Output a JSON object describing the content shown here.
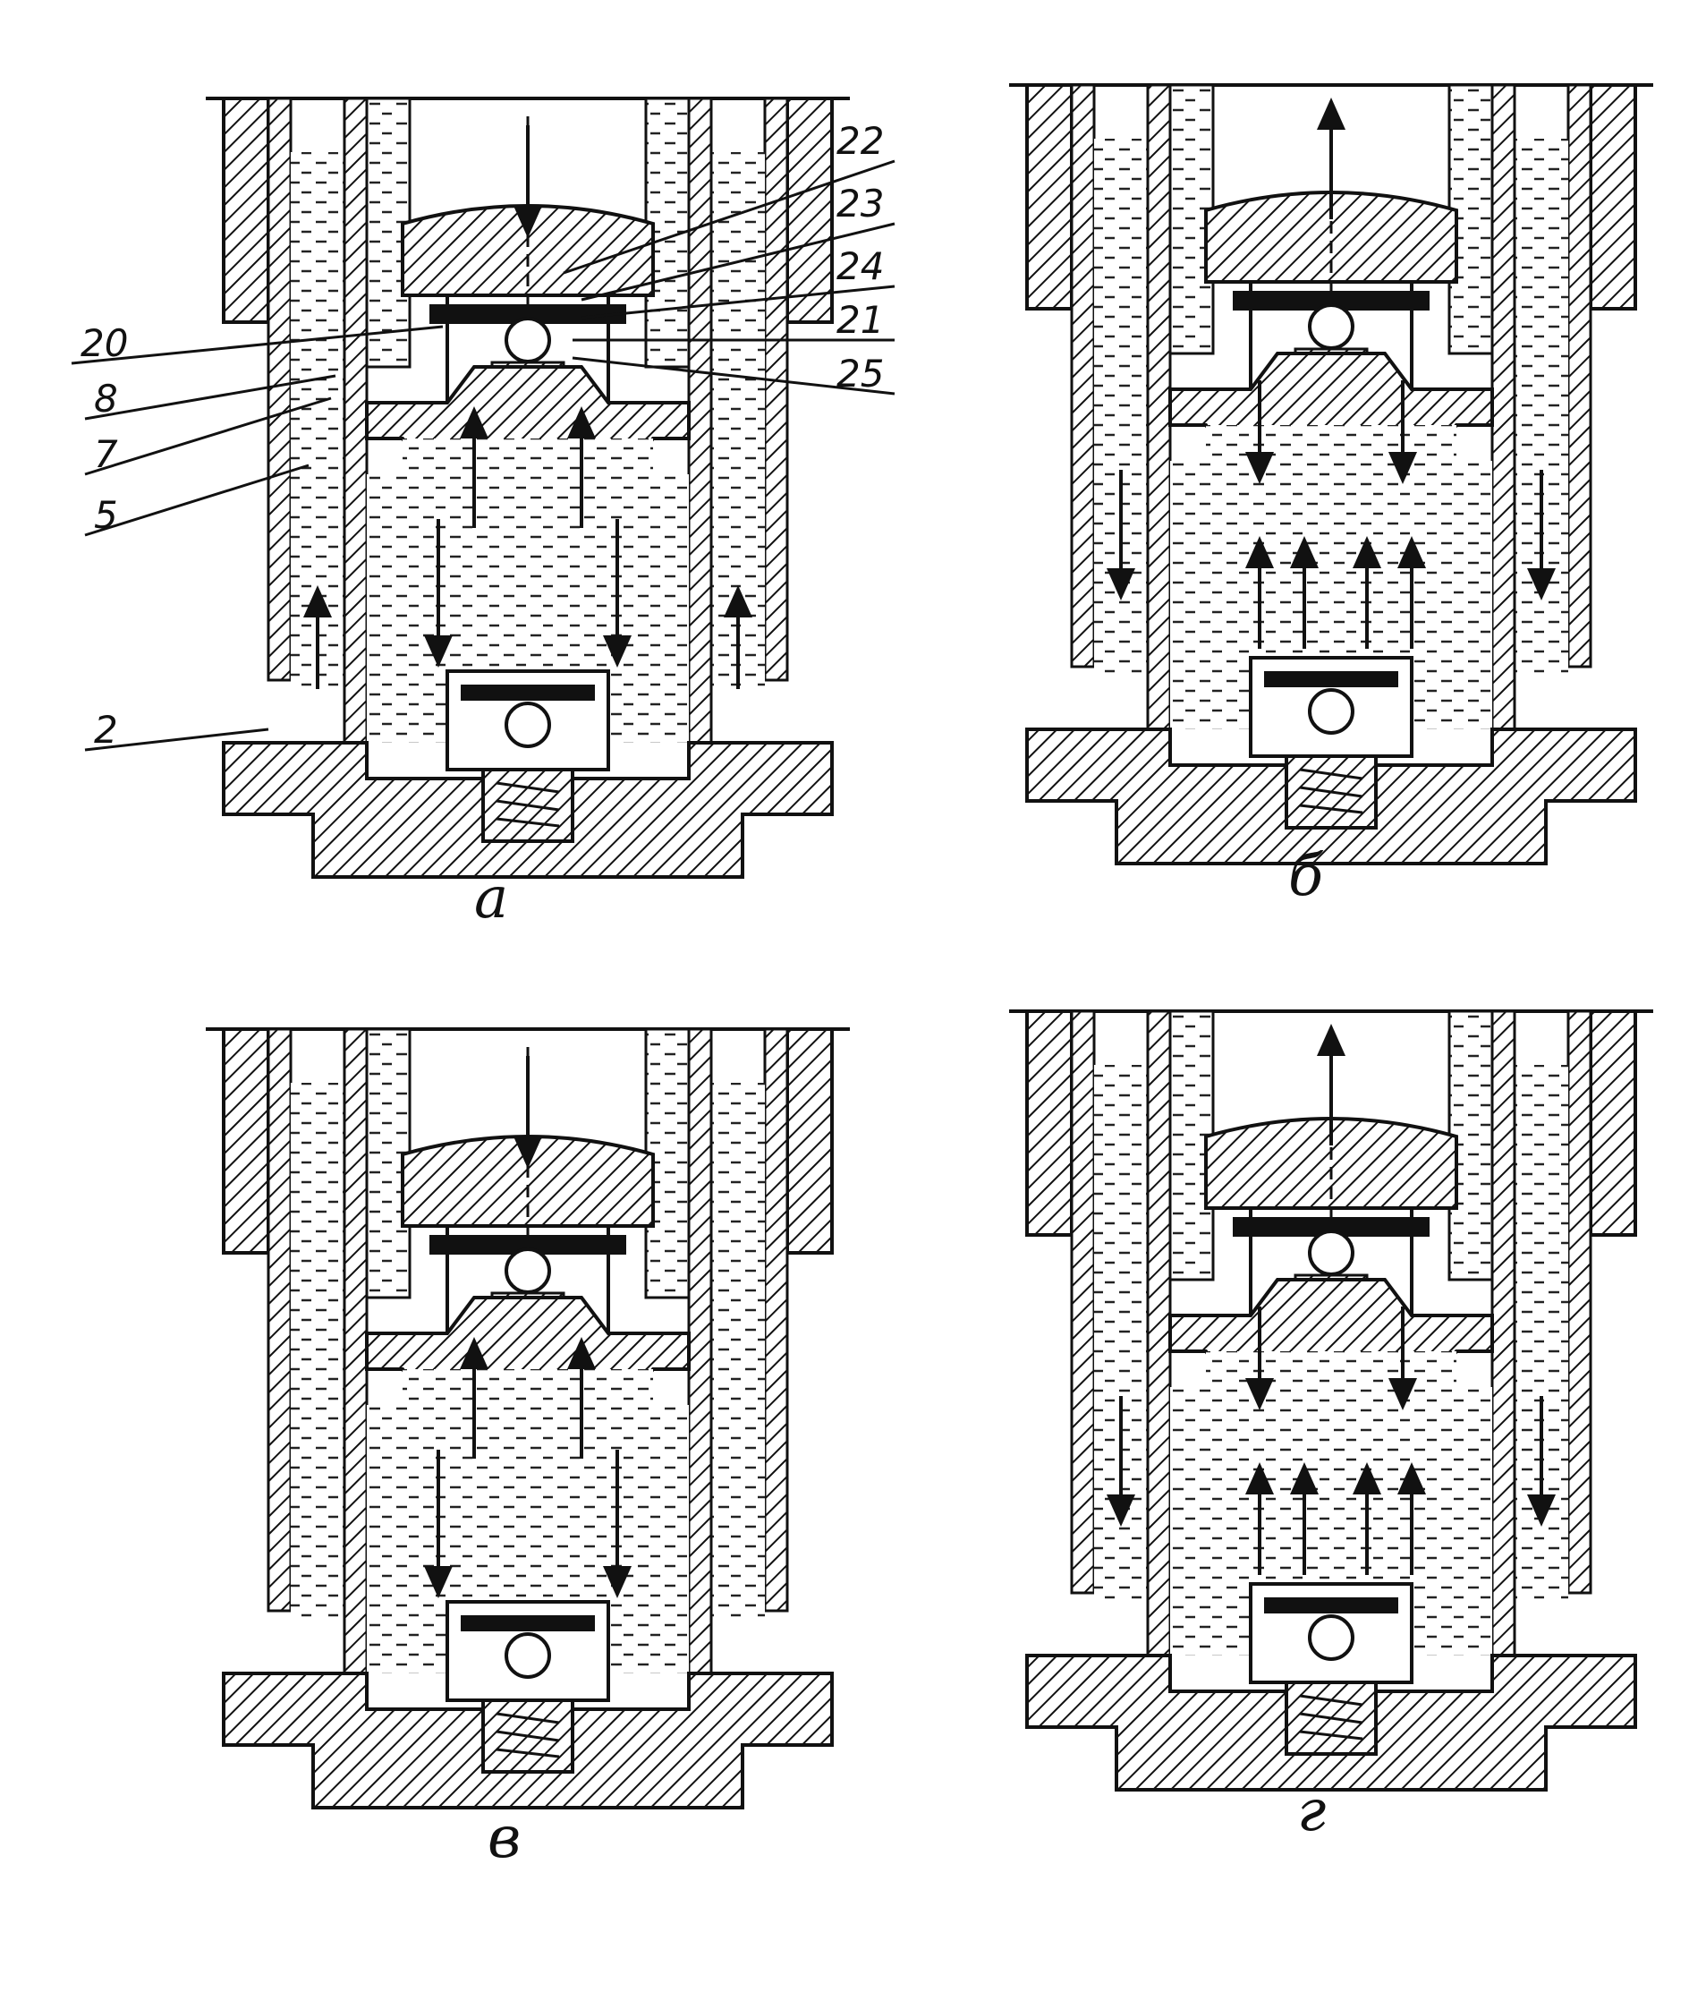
{
  "panels": [
    {
      "id": "a",
      "caption": "а",
      "rod": "down",
      "tube": "up",
      "chamber": "down",
      "piston": "up"
    },
    {
      "id": "b",
      "caption": "б",
      "rod": "up",
      "tube": "down",
      "chamber": "up",
      "piston": "down"
    },
    {
      "id": "v",
      "caption": "в",
      "rod": "down",
      "tube": "",
      "chamber": "down",
      "piston": "up"
    },
    {
      "id": "g",
      "caption": "г",
      "rod": "up",
      "tube": "down",
      "chamber": "up",
      "piston": "down"
    }
  ],
  "callouts": {
    "left": [
      "20",
      "8",
      "7",
      "5",
      "2"
    ],
    "right": [
      "22",
      "23",
      "24",
      "21",
      "25"
    ]
  }
}
